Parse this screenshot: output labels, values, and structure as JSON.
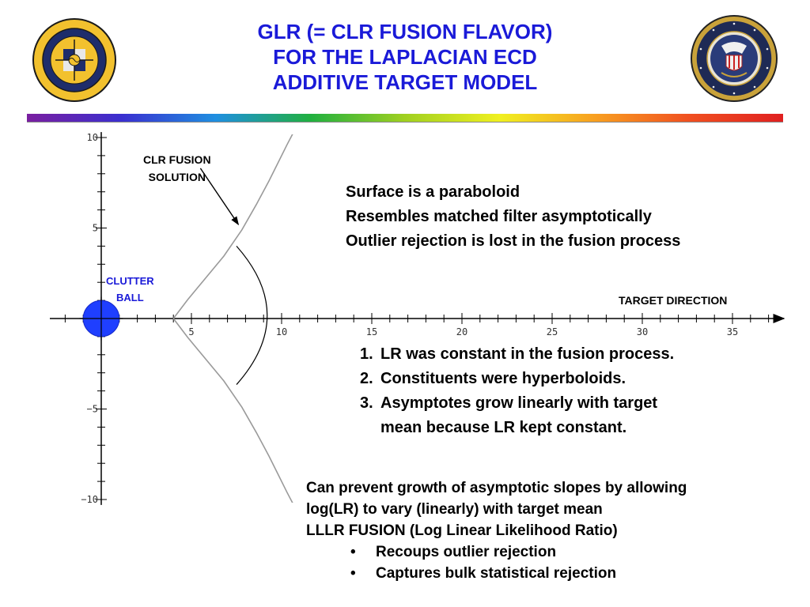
{
  "title_lines": [
    "GLR (= CLR FUSION FLAVOR)",
    "FOR THE LAPLACIAN ECD",
    "ADDITIVE TARGET MODEL"
  ],
  "colors": {
    "title": "#1a1ad8",
    "clutter_ball": "#1f3fff",
    "curve": "#9a9a9a",
    "axis": "#000000"
  },
  "labels": {
    "clr_fusion": [
      "CLR FUSION",
      "SOLUTION"
    ],
    "clutter_ball": [
      "CLUTTER",
      "BALL"
    ],
    "target_direction": "TARGET DIRECTION"
  },
  "block1": [
    "Surface is a paraboloid",
    "Resembles matched filter asymptotically",
    "Outlier rejection is lost in the fusion process"
  ],
  "block2": [
    {
      "num": "1.",
      "lines": [
        "LR was constant in the fusion process."
      ]
    },
    {
      "num": "2.",
      "lines": [
        "Constituents were hyperboloids."
      ]
    },
    {
      "num": "3.",
      "lines": [
        "Asymptotes grow linearly with target",
        "mean because LR kept constant."
      ]
    }
  ],
  "block3": {
    "lines": [
      "Can prevent growth of asymptotic slopes by allowing",
      "log(LR) to vary (linearly) with target mean",
      "LLLR FUSION (Log Linear Likelihood Ratio)"
    ],
    "bullet_char": "•",
    "bullets": [
      "Recoups outlier rejection",
      "Captures bulk statistical rejection"
    ]
  },
  "chart_data": {
    "type": "line",
    "x_ticks": [
      5,
      10,
      15,
      20,
      25,
      30,
      35
    ],
    "y_ticks": [
      10,
      5,
      -5,
      -10
    ],
    "x_tick_labels": [
      "5",
      "10",
      "15",
      "20",
      "25",
      "30",
      "35"
    ],
    "y_tick_labels": [
      "10",
      "5",
      "−5",
      "−10"
    ],
    "xlim": [
      -2.5,
      37.5
    ],
    "ylim": [
      -10.3,
      10.3
    ],
    "clutter_ball": {
      "center": [
        0,
        0
      ],
      "radius": 1.0
    },
    "series": [
      {
        "x": [
          4,
          4.8,
          5.8,
          6.8,
          7.8,
          8.6,
          9.3,
          9.8,
          10.3,
          10.8,
          11.3
        ],
        "y": [
          0,
          1.05,
          2.25,
          3.45,
          4.9,
          6.3,
          7.6,
          8.6,
          9.6,
          10.55,
          11.4
        ]
      },
      {
        "x": [
          4,
          4.8,
          5.8,
          6.8,
          7.8,
          8.6,
          9.3,
          9.8,
          10.3,
          10.8,
          11.3
        ],
        "y": [
          0,
          -1.05,
          -2.25,
          -3.45,
          -4.9,
          -6.3,
          -7.6,
          -8.6,
          -9.6,
          -10.55,
          -11.4
        ]
      }
    ],
    "arc": {
      "from": [
        7.5,
        4.0
      ],
      "to": [
        7.5,
        -3.65
      ],
      "through_x": 9.2
    },
    "arrow_clr": {
      "from": [
        5.5,
        8.3
      ],
      "to": [
        7.6,
        5.2
      ]
    }
  }
}
